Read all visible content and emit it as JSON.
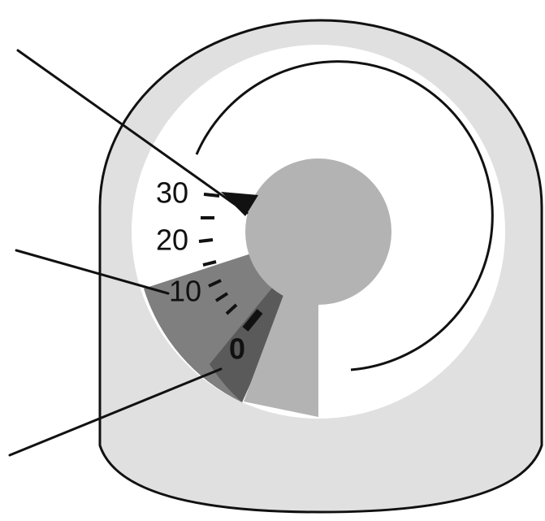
{
  "gauge": {
    "scale": {
      "labels": [
        {
          "text": "30"
        },
        {
          "text": "20"
        },
        {
          "text": "10"
        },
        {
          "text": "0"
        }
      ]
    }
  },
  "colors": {
    "outline": "#111111",
    "body": "#e0e0e0",
    "face": "#ffffff",
    "hub": "#b3b3b3",
    "zone_low": "#7f7f7f",
    "zone_critical": "#5a5a5a",
    "pointer": "#111111"
  }
}
